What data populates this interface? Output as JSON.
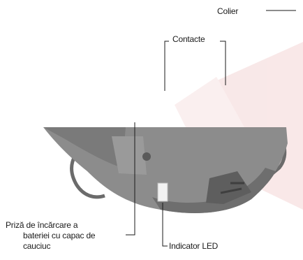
{
  "labels": {
    "colier": "Colier",
    "contacte": "Contacte",
    "indicator_led": "Indicator LED",
    "priza_line1": "Priză de încărcare a",
    "priza_line2": "bateriei cu capac de",
    "priza_line3": "cauciuc"
  },
  "colors": {
    "device_body": "#8c8c8c",
    "device_dark": "#5e5e5e",
    "strap": "#6b6b6b",
    "watermark": "#f4d6d6",
    "leader_line": "#1a1a1a"
  },
  "icons": [
    "recycle-logo-on-device",
    "led-window"
  ]
}
